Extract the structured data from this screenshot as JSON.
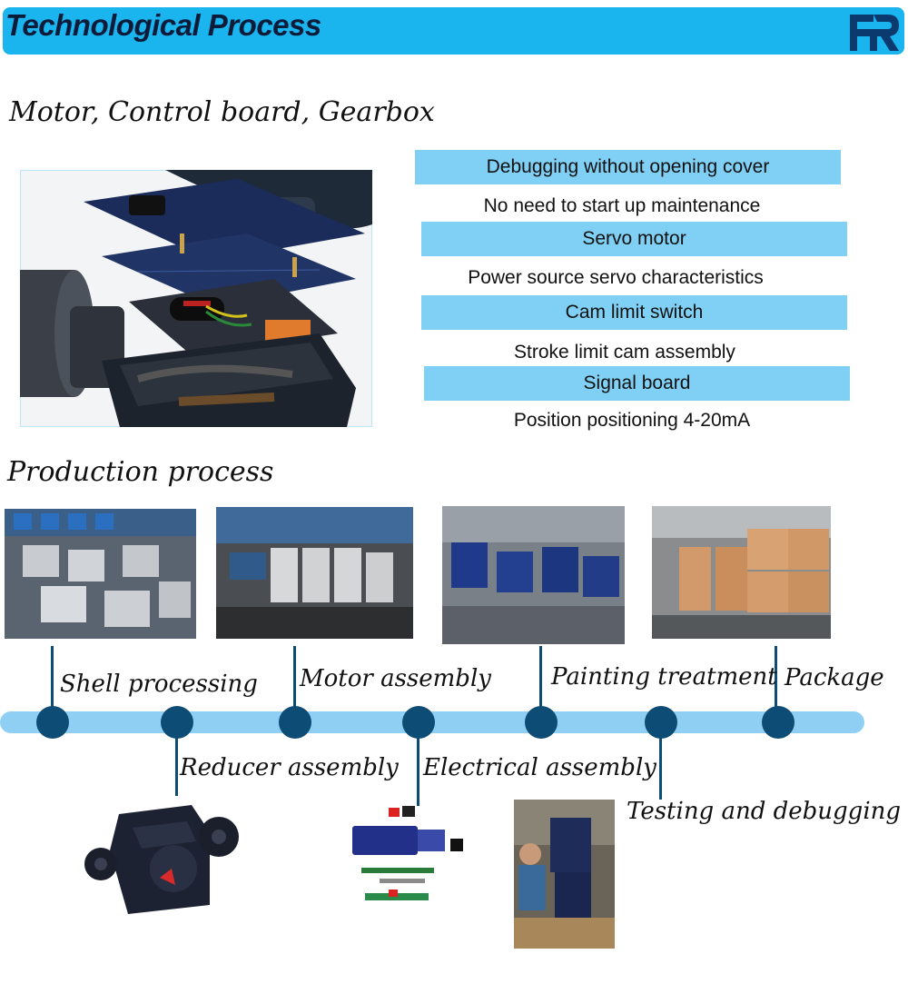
{
  "header": {
    "title": "Technological Process",
    "logo_icon": "fr-logo-icon"
  },
  "section1": {
    "title": "Motor, Control board, Gearbox",
    "features": [
      {
        "heading": "Debugging without opening cover",
        "description": "No need to start up maintenance"
      },
      {
        "heading": "Servo motor",
        "description": "Power source servo characteristics"
      },
      {
        "heading": "Cam limit switch",
        "description": "Stroke limit cam assembly"
      },
      {
        "heading": "Signal board",
        "description": "Position positioning 4-20mA"
      }
    ]
  },
  "section2": {
    "title": "Production process",
    "steps": [
      "Shell processing",
      "Reducer assembly",
      "Motor assembly",
      "Electrical assembly",
      "Painting treatment",
      "Testing and debugging",
      "Package"
    ]
  },
  "colors": {
    "header": "#1ab4ee",
    "feature_bar": "#7fd0f4",
    "timeline": "#8ecff3",
    "node": "#0d4c74"
  }
}
